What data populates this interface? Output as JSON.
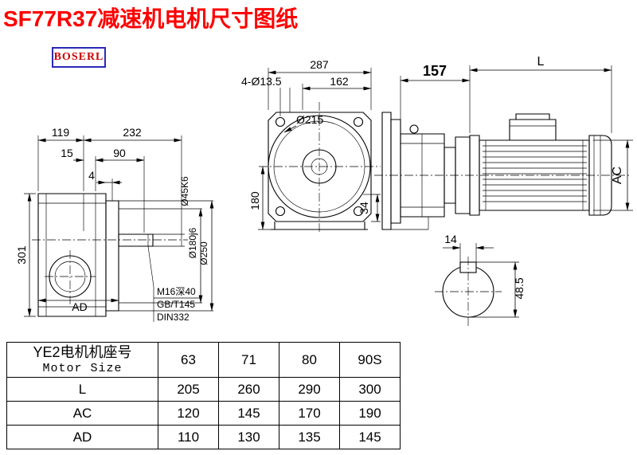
{
  "title": "SF77R37减速机电机尺寸图纸",
  "logo": "BOSERL",
  "drawing": {
    "front_view": {
      "width_287": "287",
      "holes": "4-Ø13.5",
      "width_162": "162",
      "flange_dia": "Ø215",
      "height_180": "180",
      "step_34": "34"
    },
    "side_view": {
      "len_157": "157",
      "len_L": "L",
      "dia_AC": "AC"
    },
    "output_view": {
      "w119": "119",
      "w232": "232",
      "w15": "15",
      "w90": "90",
      "w4": "4",
      "h301": "301",
      "wAD": "AD",
      "shaft_dia": "Ø45K6",
      "spigot_dia": "Ø180j6",
      "flange_od": "Ø250",
      "tap_note": "M16深40",
      "std_note1": "GB/T145",
      "std_note2": "DIN332"
    },
    "key_section": {
      "key_w": "14",
      "key_h": "48.5"
    }
  },
  "table": {
    "header_cn": "YE2电机机座号",
    "header_en": "Motor Size",
    "sizes": [
      "63",
      "71",
      "80",
      "90S"
    ],
    "rows": [
      {
        "label": "L",
        "values": [
          "205",
          "260",
          "290",
          "300"
        ]
      },
      {
        "label": "AC",
        "values": [
          "120",
          "145",
          "170",
          "190"
        ]
      },
      {
        "label": "AD",
        "values": [
          "110",
          "130",
          "135",
          "145"
        ]
      }
    ]
  }
}
